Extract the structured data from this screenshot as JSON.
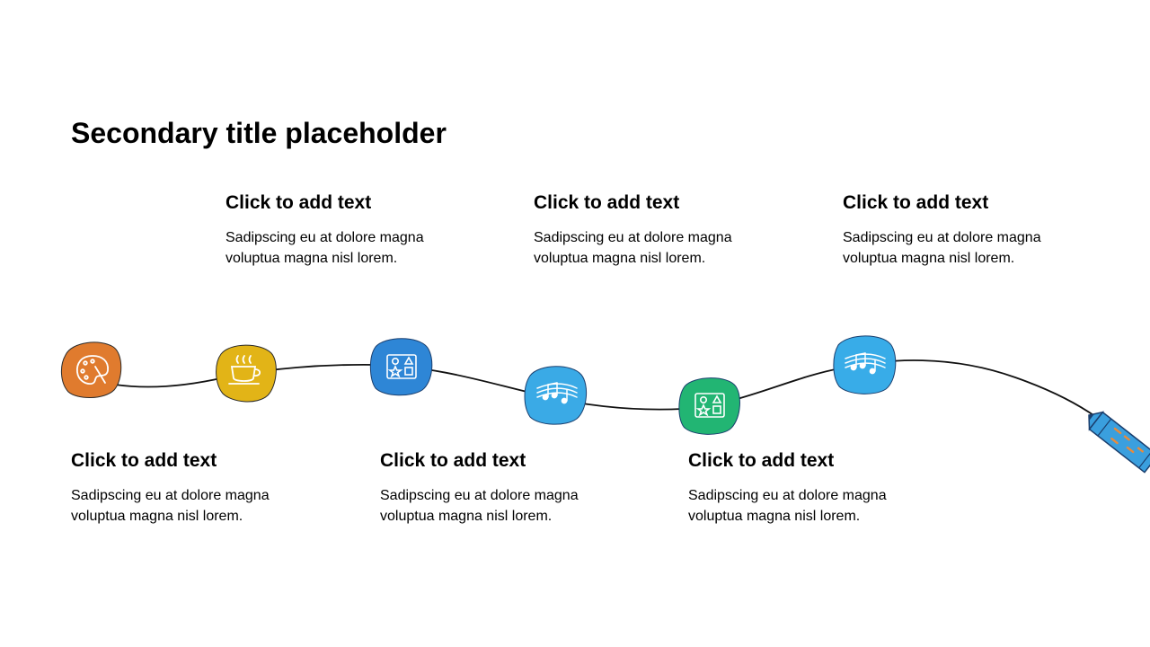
{
  "title": "Secondary title placeholder",
  "steps": [
    {
      "heading": "Click to add text",
      "body": "Sadipscing eu at dolore magna voluptua magna nisl lorem.",
      "icon": "palette-icon",
      "color": "#E07B2E"
    },
    {
      "heading": "Click to add text",
      "body": "Sadipscing eu at dolore magna voluptua magna nisl lorem.",
      "icon": "coffee-cup-icon",
      "color": "#E2B417"
    },
    {
      "heading": "Click to add text",
      "body": "Sadipscing eu at dolore magna voluptua magna nisl lorem.",
      "icon": "shapes-board-icon",
      "color": "#2E86D6"
    },
    {
      "heading": "Click to add text",
      "body": "Sadipscing eu at dolore magna voluptua magna nisl lorem.",
      "icon": "music-notes-icon",
      "color": "#3AAAE6"
    },
    {
      "heading": "Click to add text",
      "body": "Sadipscing eu at dolore magna voluptua magna nisl lorem.",
      "icon": "shapes-board-icon",
      "color": "#22B573"
    },
    {
      "heading": "Click to add text",
      "body": "Sadipscing eu at dolore magna voluptua magna nisl lorem.",
      "icon": "music-notes-icon",
      "color": "#38ACE8"
    }
  ],
  "end_marker": {
    "icon": "marker-pen-icon",
    "color": "#3A9FDE",
    "accent": "#E98A3A"
  }
}
